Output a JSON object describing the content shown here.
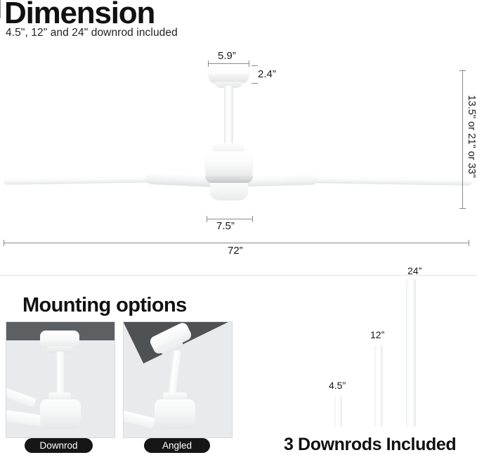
{
  "header": {
    "title": "Dimension",
    "subtitle": "4.5\", 12\" and 24\" downrod included"
  },
  "fan_diagram": {
    "dimensions": {
      "canopy_width": "5.9”",
      "canopy_height": "2.4”",
      "motor_width": "7.5”",
      "total_height": "13.5\" or 21\" or 33\"",
      "blade_span": "72”"
    }
  },
  "mounting": {
    "title": "Mounting options",
    "options": [
      {
        "label": "Downrod",
        "type": "flat-ceiling-downrod-mount"
      },
      {
        "label": "Angled",
        "type": "sloped-ceiling-angled-mount"
      }
    ]
  },
  "downrods": {
    "title": "3 Downrods Included",
    "items": [
      {
        "label": "4.5”"
      },
      {
        "label": "12”"
      },
      {
        "label": "24”"
      }
    ]
  },
  "colors": {
    "text": "#111111",
    "dimension_line": "#8a8a8a",
    "badge_background": "#161616",
    "badge_text": "#ffffff",
    "photo_ceiling": "#5d6063",
    "product_white": "#ffffff"
  }
}
